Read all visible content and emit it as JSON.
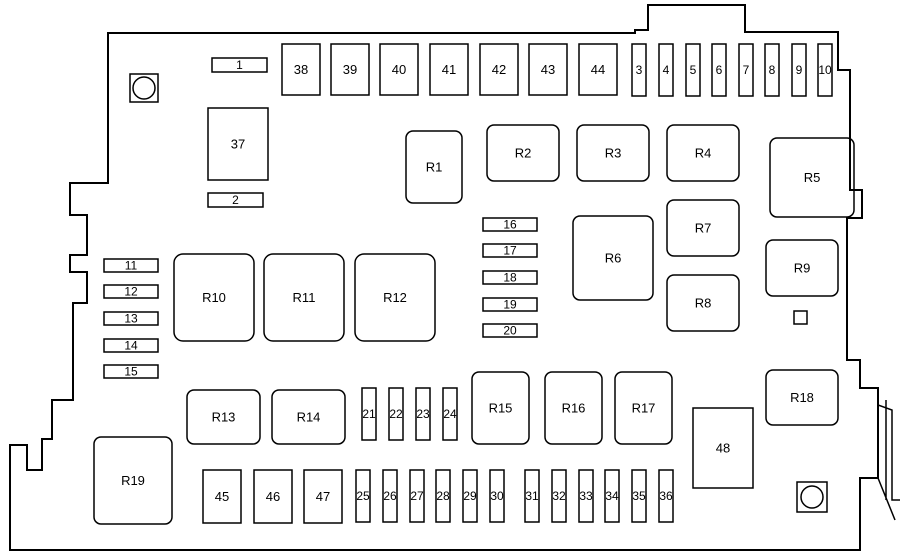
{
  "colors": {
    "stroke": "#000000",
    "background": "#ffffff"
  },
  "mini_fuses_top": [
    "1",
    "2"
  ],
  "fuses_top_large": [
    "38",
    "39",
    "40",
    "41",
    "42",
    "43",
    "44"
  ],
  "fuses_top_slim": [
    "3",
    "4",
    "5",
    "6",
    "7",
    "8",
    "9",
    "10"
  ],
  "fuse_37": "37",
  "mini_fuses_left": [
    "11",
    "12",
    "13",
    "14",
    "15"
  ],
  "mini_fuses_center": [
    "16",
    "17",
    "18",
    "19",
    "20"
  ],
  "relays_upper": [
    "R1",
    "R2",
    "R3",
    "R4",
    "R5",
    "R6",
    "R7",
    "R8",
    "R9"
  ],
  "relays_middle": [
    "R10",
    "R11",
    "R12"
  ],
  "relays_lower": [
    "R13",
    "R14",
    "R15",
    "R16",
    "R17",
    "R18",
    "R19"
  ],
  "fuses_mid_vertical": [
    "21",
    "22",
    "23",
    "24"
  ],
  "fuses_bottom_large": [
    "45",
    "46",
    "47"
  ],
  "fuses_bottom_vertical": [
    "25",
    "26",
    "27",
    "28",
    "29",
    "30",
    "31",
    "32",
    "33",
    "34",
    "35",
    "36"
  ],
  "fuse_48": "48"
}
